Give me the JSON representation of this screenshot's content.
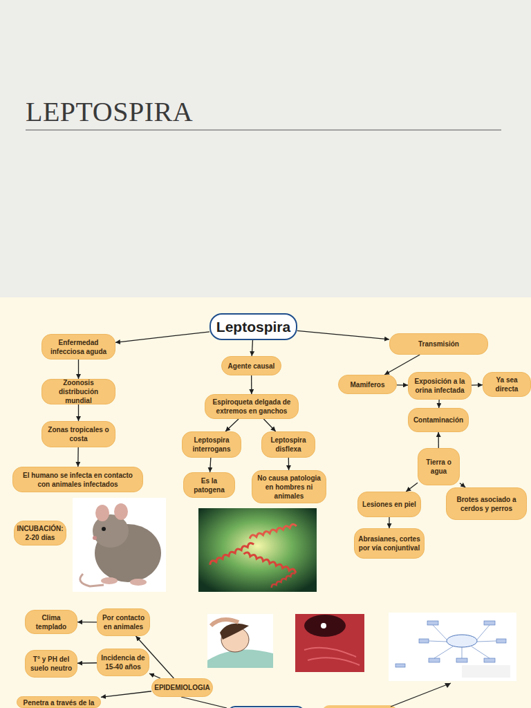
{
  "diagram": {
    "title": "LEPTOSPIRA",
    "nodes": [
      {
        "text": [
          "Leptospira"
        ]
      },
      {
        "text": [
          "Enfermedad infecciosa aguda"
        ]
      },
      {
        "text": [
          "Zoonosis distribución mundial"
        ]
      },
      {
        "text": [
          "Zonas tropicales o costa"
        ]
      },
      {
        "text": [
          "El humano se infecta en contacto con animales infectados"
        ]
      },
      {
        "text": [
          "INCUBACIÓN: 2-20 días"
        ]
      },
      {
        "text": [
          "Agente causal"
        ]
      },
      {
        "text": [
          "Espiroqueta delgada de extremos en ganchos"
        ]
      },
      {
        "text": [
          "Leptospira interrogans"
        ]
      },
      {
        "text": [
          "Leptospira disflexa"
        ]
      },
      {
        "text": [
          "Es la patogena"
        ]
      },
      {
        "text": [
          "No causa patologia en hombres ni animales"
        ]
      },
      {
        "text": [
          "Transmisión"
        ]
      },
      {
        "text": [
          "Mamiferos"
        ]
      },
      {
        "text": [
          "Exposición a la orina infectada"
        ]
      },
      {
        "text": [
          "Ya sea directa"
        ]
      },
      {
        "text": [
          "Contaminación"
        ]
      },
      {
        "text": [
          "Tierra o agua"
        ]
      },
      {
        "text": [
          "Lesiones en piel"
        ]
      },
      {
        "text": [
          "Brotes asociado a cerdos y perros"
        ]
      },
      {
        "text": [
          "Abrasianes, cortes por vía conjuntival"
        ]
      },
      {
        "text": [
          "EPIDEMIOLOGIA"
        ]
      },
      {
        "text": [
          "Por contacto en animales"
        ]
      },
      {
        "text": [
          "Incidencia de 15-40 años"
        ]
      },
      {
        "text": [
          "Clima templado"
        ]
      },
      {
        "text": [
          "T° y PH del suelo neutro"
        ]
      },
      {
        "text": [
          "Penetra a través de la"
        ]
      }
    ],
    "edges": [
      {
        "from": 0,
        "to": 1,
        "arrow": "to"
      },
      {
        "from": 1,
        "to": 2,
        "arrow": "to"
      },
      {
        "from": 2,
        "to": 3,
        "arrow": "to"
      },
      {
        "from": 3,
        "to": 4,
        "arrow": "to"
      },
      {
        "from": 0,
        "to": 6,
        "arrow": "to"
      },
      {
        "from": 6,
        "to": 7,
        "arrow": "to"
      },
      {
        "from": 7,
        "to": 8,
        "arrow": "to"
      },
      {
        "from": 7,
        "to": 9,
        "arrow": "to"
      },
      {
        "from": 8,
        "to": 10,
        "arrow": "to"
      },
      {
        "from": 9,
        "to": 11,
        "arrow": "to"
      },
      {
        "from": 0,
        "to": 12,
        "arrow": "to"
      },
      {
        "from": 12,
        "to": 13,
        "arrow": "to"
      },
      {
        "from": 13,
        "to": 14,
        "arrow": "to"
      },
      {
        "from": 14,
        "to": 15,
        "arrow": "to"
      },
      {
        "from": 14,
        "to": 16,
        "arrow": "to"
      },
      {
        "from": 17,
        "to": 16,
        "arrow": "to"
      },
      {
        "from": 17,
        "to": 18,
        "arrow": "to"
      },
      {
        "from": 17,
        "to": 19,
        "arrow": "to"
      },
      {
        "from": 18,
        "to": 20,
        "arrow": "to"
      },
      {
        "from": 21,
        "to": 22,
        "arrow": "to"
      },
      {
        "from": 21,
        "to": 23,
        "arrow": "to"
      },
      {
        "from": 22,
        "to": 24,
        "arrow": "to"
      },
      {
        "from": 23,
        "to": 25,
        "arrow": "to"
      },
      {
        "from": 21,
        "to": 26,
        "arrow": "to"
      }
    ]
  }
}
